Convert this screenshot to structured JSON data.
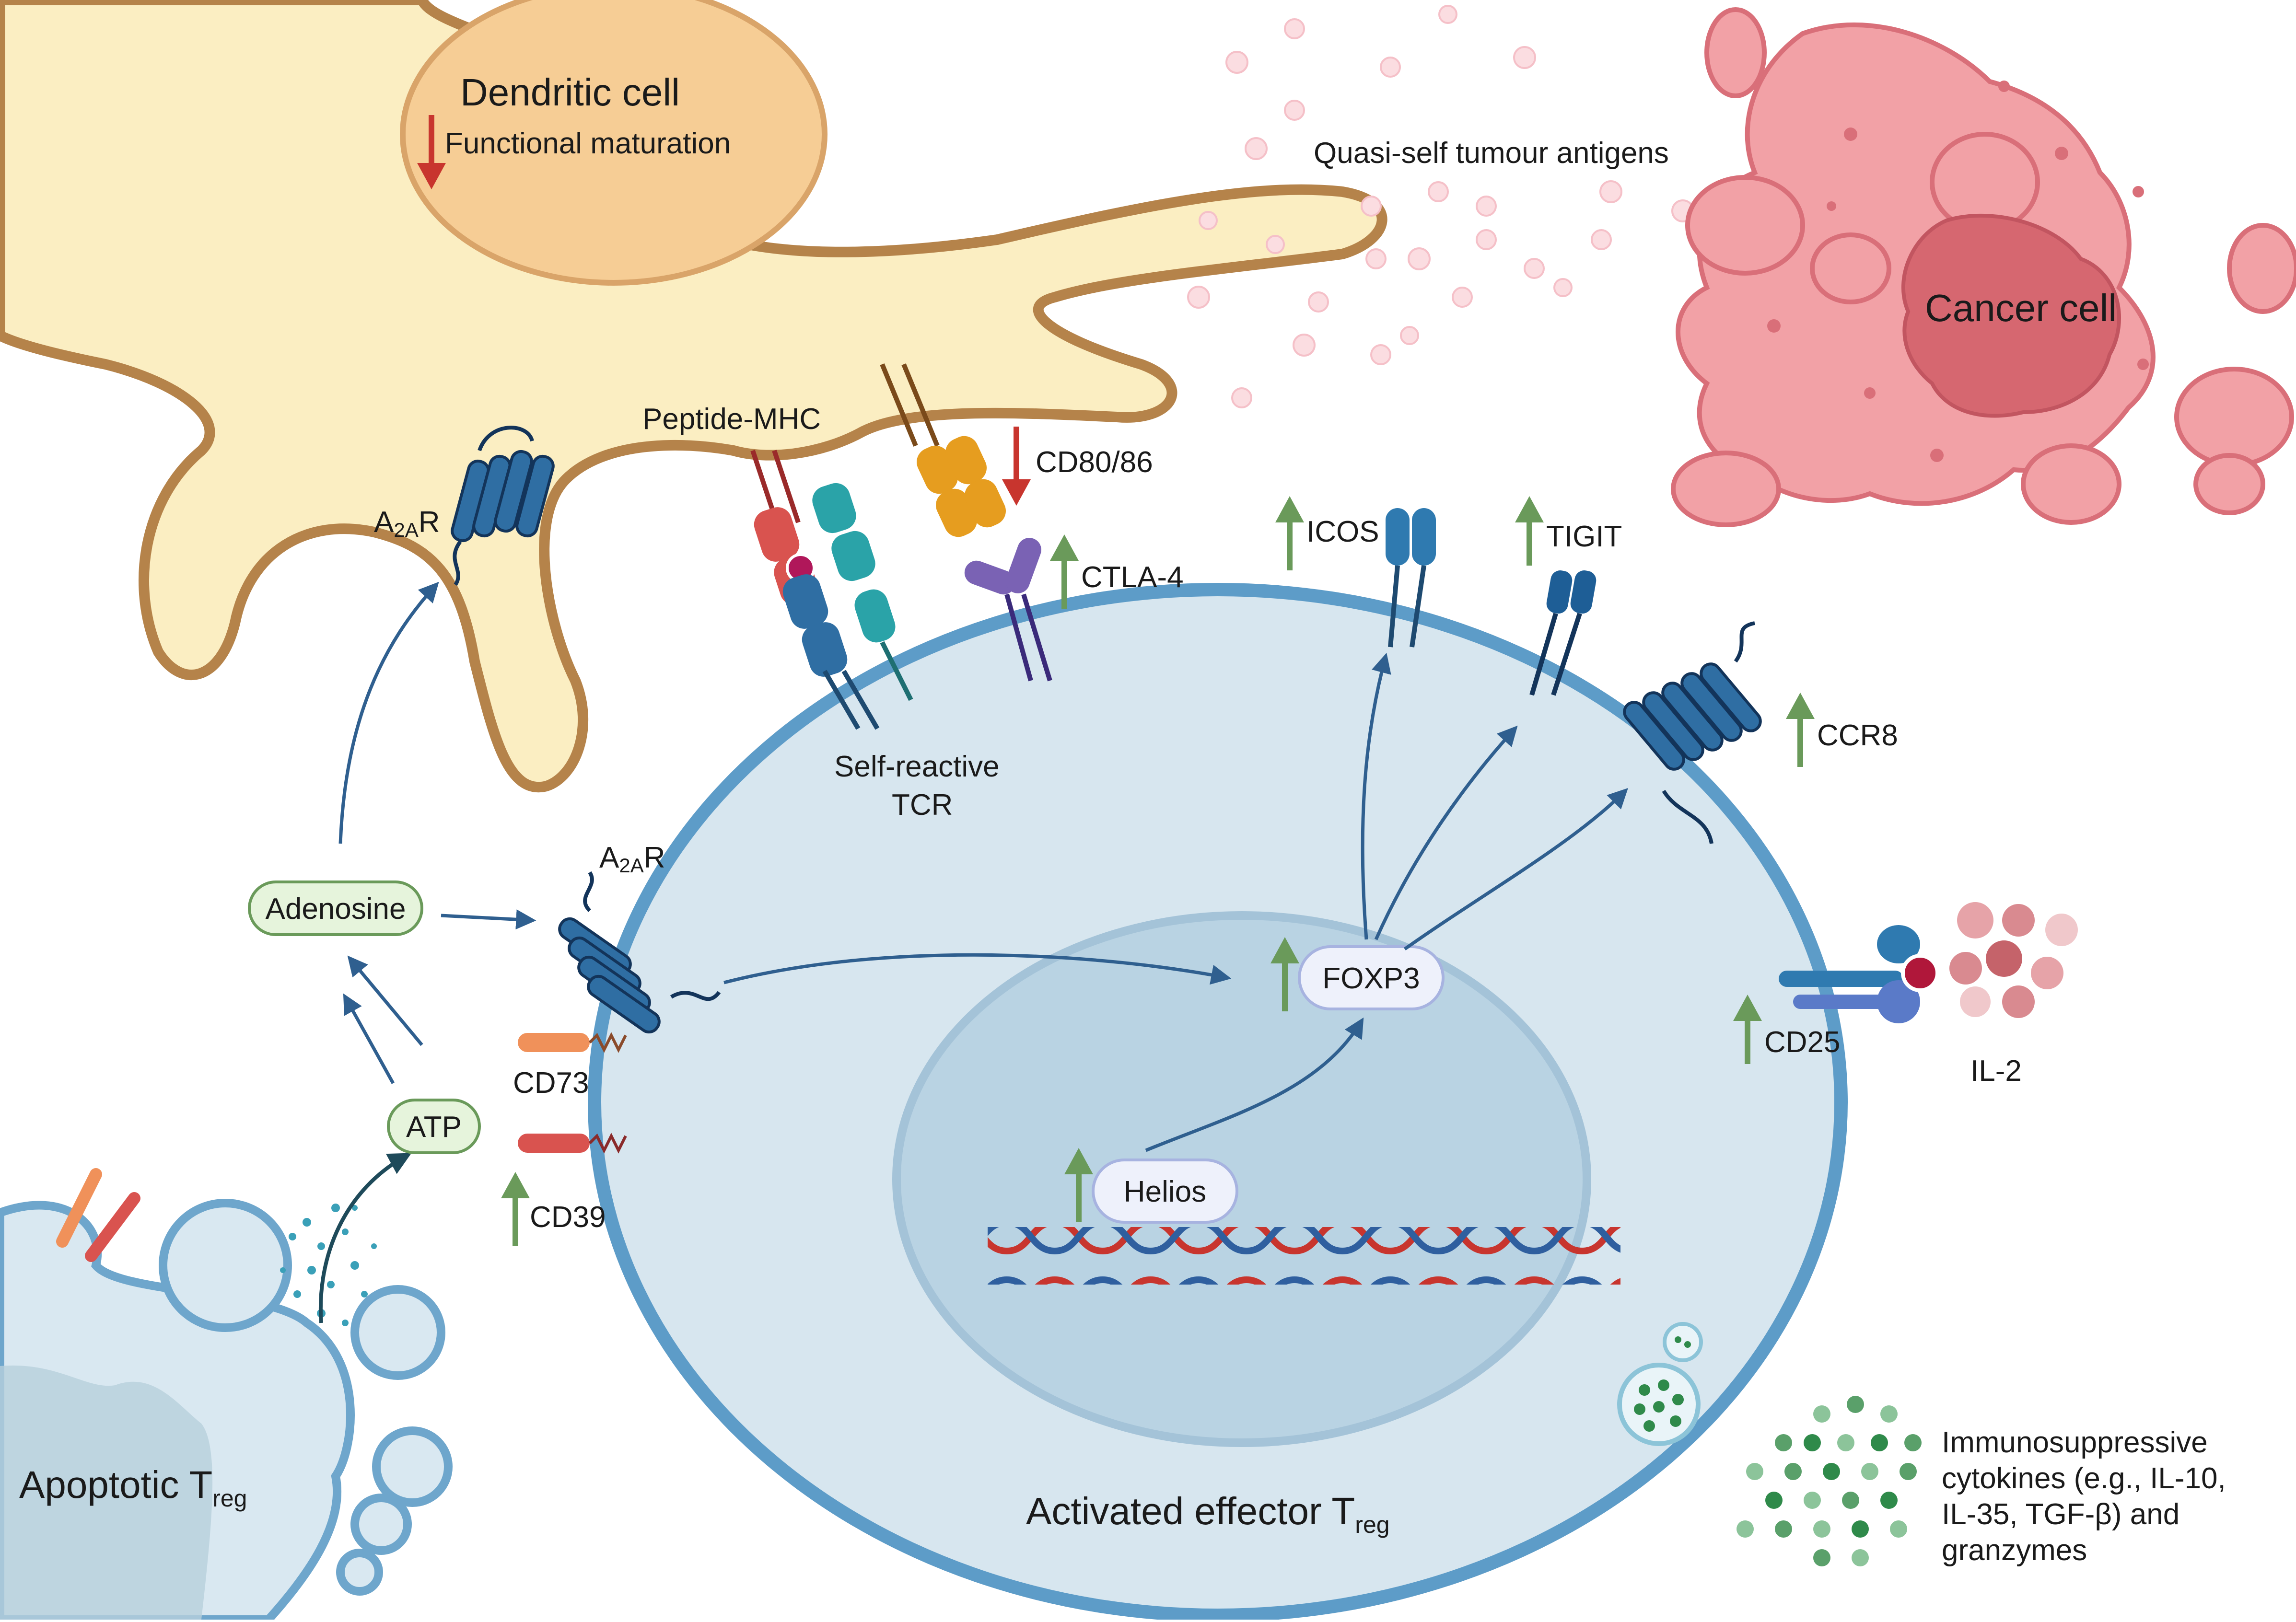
{
  "cells": {
    "dendritic": {
      "title": "Dendritic cell",
      "note": "Functional maturation"
    },
    "cancer": {
      "title": "Cancer cell"
    },
    "effector": {
      "title_main": "Activated effector T",
      "title_sub": "reg"
    },
    "apoptotic": {
      "title_main": "Apoptotic T",
      "title_sub": "reg"
    }
  },
  "labels": {
    "antigens": "Quasi-self tumour antigens",
    "peptide_mhc": "Peptide-MHC",
    "tcr_line1": "Self-reactive",
    "tcr_line2": "TCR",
    "cd80_86": "CD80/86",
    "ctla4": "CTLA-4",
    "icos": "ICOS",
    "tigit": "TIGIT",
    "ccr8": "CCR8",
    "cd25": "CD25",
    "il2": "IL-2",
    "cd73": "CD73",
    "cd39": "CD39",
    "a2ar_main": "A",
    "a2ar_sub": "2A",
    "a2ar_end": "R",
    "cytokines": [
      "Immunosuppressive",
      "cytokines (e.g., IL-10,",
      "IL-35, TGF-β) and",
      "granzymes"
    ]
  },
  "pills": {
    "adenosine": "Adenosine",
    "atp": "ATP",
    "foxp3": "FOXP3",
    "helios": "Helios"
  },
  "colors": {
    "up_arrow": "#6a9a5a",
    "down_arrow": "#c8352e",
    "flow_arrow": "#2f5f8f",
    "dc_fill": "#fbeec2",
    "dc_stroke": "#b5834a",
    "cancer_fill": "#f2a1a6",
    "treg_fill": "#d7e6ef",
    "treg_stroke": "#5d9cc8"
  }
}
